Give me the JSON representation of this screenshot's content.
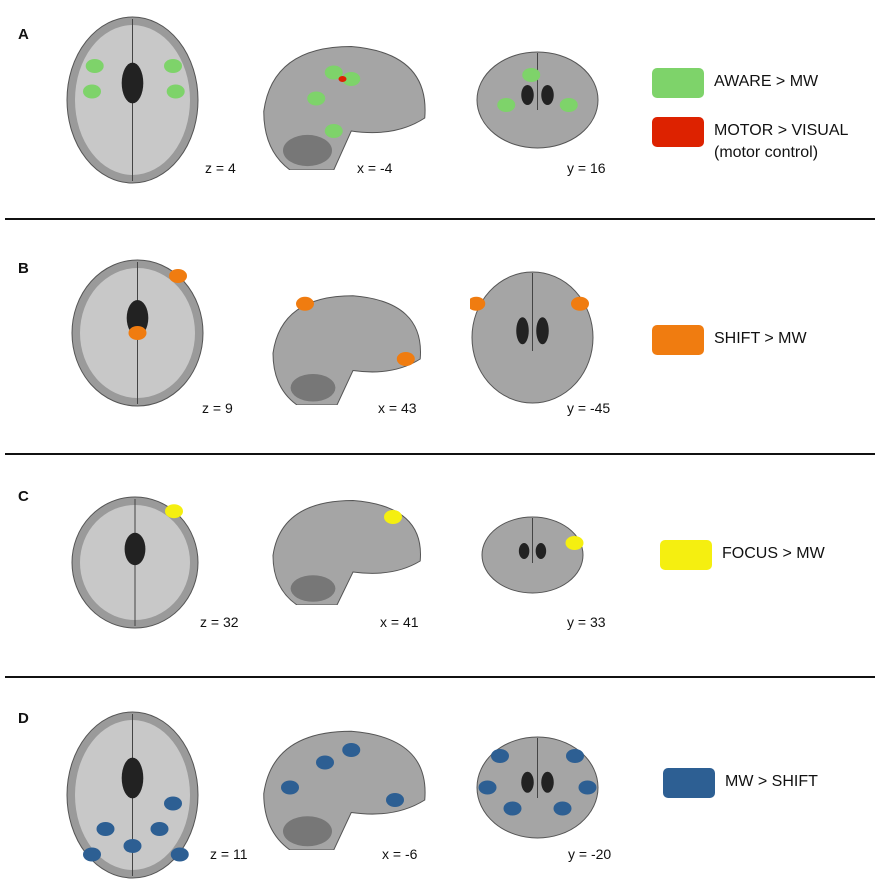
{
  "panels": [
    {
      "label": "A",
      "coords": [
        "z = 4",
        "x = -4",
        "y = 16"
      ],
      "legend": [
        {
          "text": "AWARE > MW",
          "color": "#7ed36a"
        },
        {
          "text": "MOTOR > VISUAL",
          "subtext": "(motor control)",
          "color": "#dd2200"
        }
      ]
    },
    {
      "label": "B",
      "coords": [
        "z = 9",
        "x = 43",
        "y = -45"
      ],
      "legend": [
        {
          "text": "SHIFT > MW",
          "color": "#f07c10"
        }
      ]
    },
    {
      "label": "C",
      "coords": [
        "z = 32",
        "x = 41",
        "y = 33"
      ],
      "legend": [
        {
          "text": "FOCUS > MW",
          "color": "#f5ef10"
        }
      ]
    },
    {
      "label": "D",
      "coords": [
        "z = 11",
        "x = -6",
        "y = -20"
      ],
      "legend": [
        {
          "text": "MW > SHIFT",
          "color": "#2d5f93"
        }
      ]
    }
  ]
}
